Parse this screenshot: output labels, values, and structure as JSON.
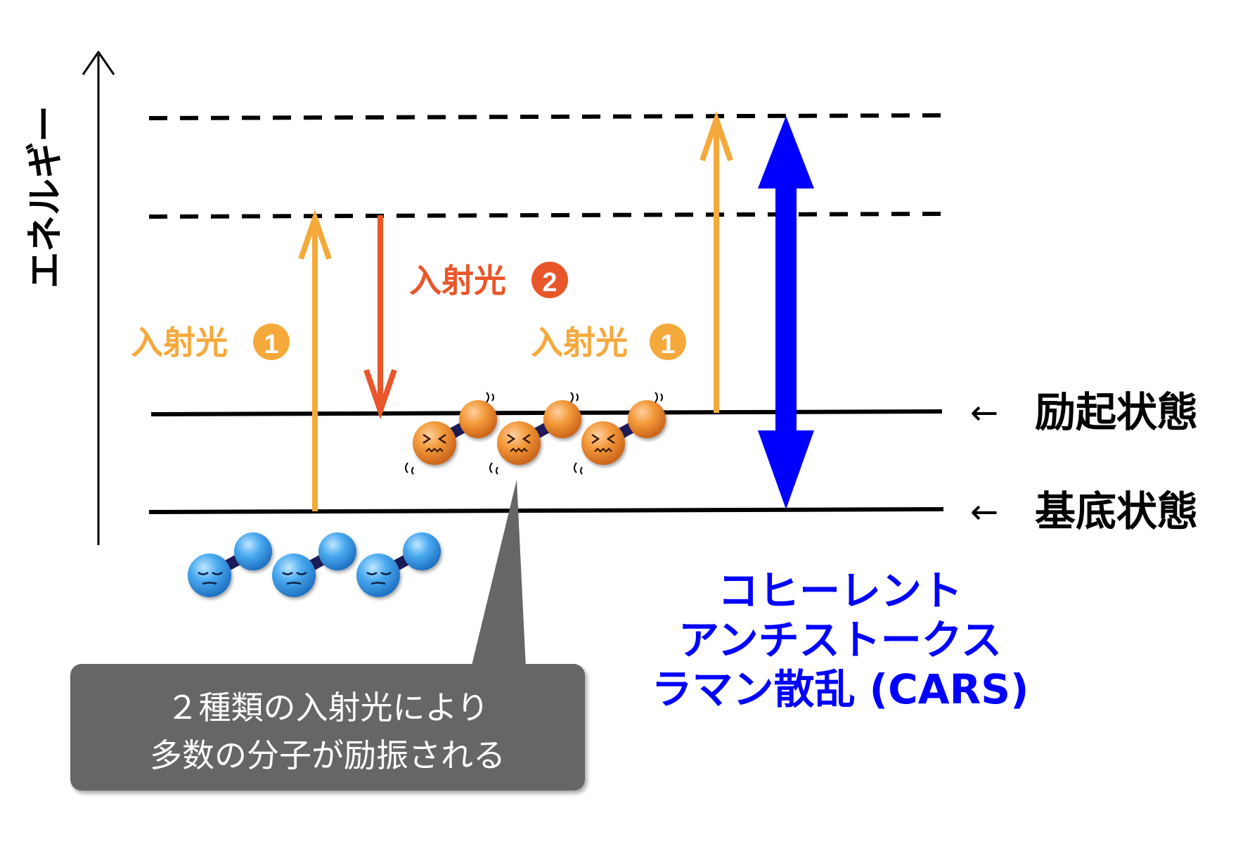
{
  "axis": {
    "label": "エネルギー"
  },
  "levels": {
    "excited_label": "励起状態",
    "ground_label": "基底状態",
    "arrow_glyph": "←"
  },
  "beams": {
    "beam1_label": "入射光",
    "beam1_number": "1",
    "beam2_label": "入射光",
    "beam2_number": "2"
  },
  "callout": {
    "line1": "２種類の入射光により",
    "line2": "多数の分子が励振される"
  },
  "title": {
    "line1": "コヒーレント",
    "line2": "アンチストークス",
    "line3": "ラマン散乱 (CARS)"
  },
  "colors": {
    "beam1": "#F5A93B",
    "beam2": "#E8562A",
    "cars": "#0000FF",
    "excited_molecule": "#F08A2C",
    "ground_molecule": "#3FA0E8",
    "bond": "#1E1A5A",
    "callout_fill": "#666666",
    "level_line": "#000000"
  },
  "molecules": {
    "excited_count": 3,
    "ground_count": 3
  }
}
